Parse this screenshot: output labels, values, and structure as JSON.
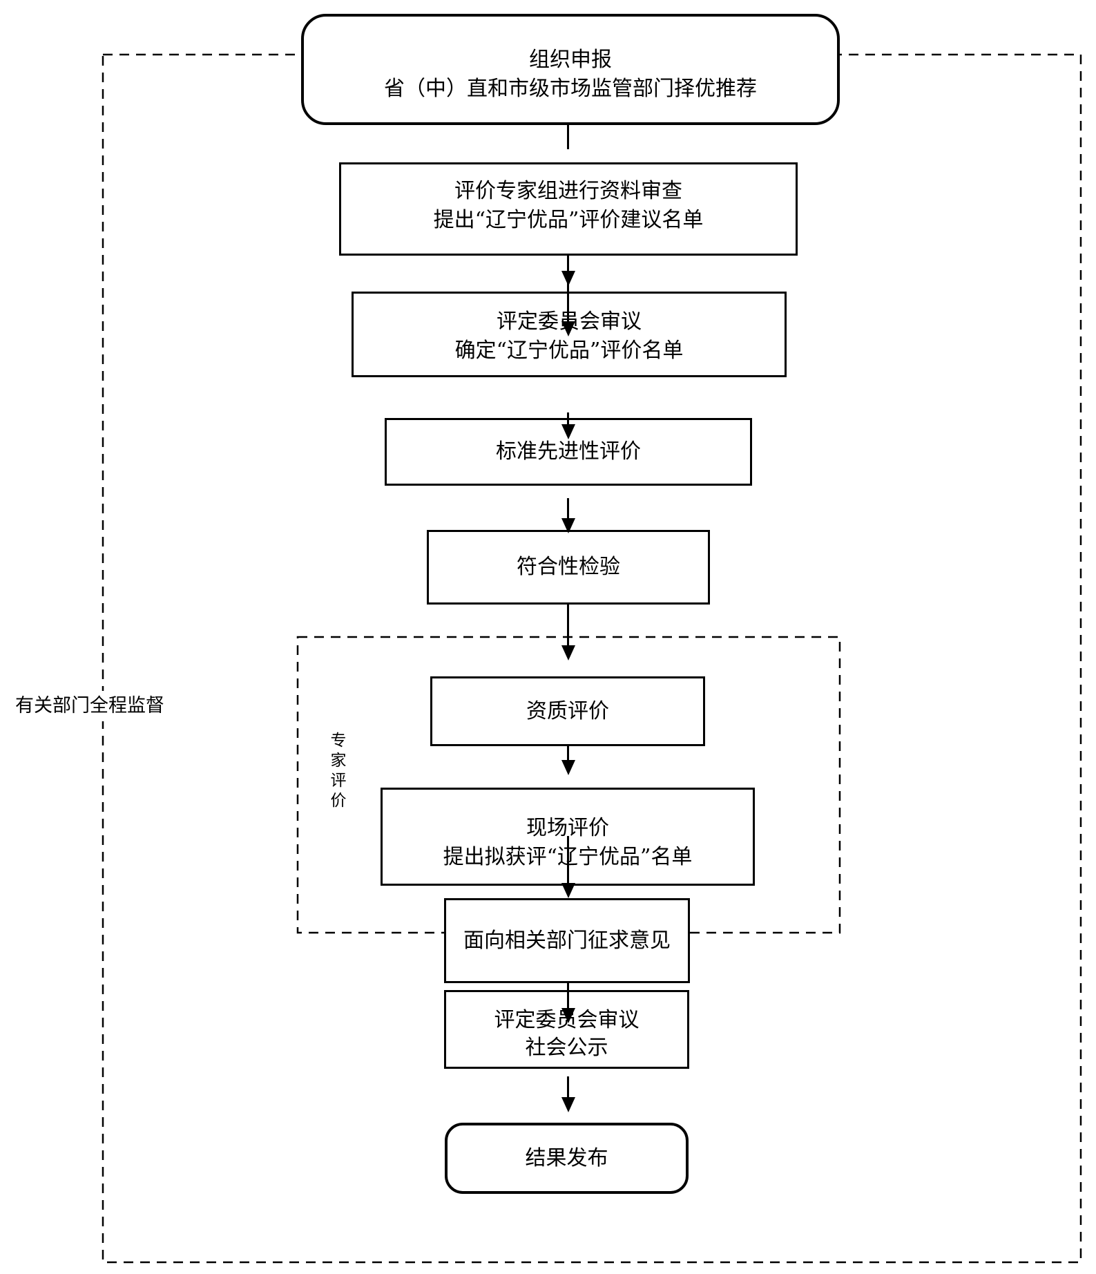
{
  "flow": {
    "outer_label": "有关部门全程监督",
    "expert_group_label": "专家评价",
    "nodes": [
      {
        "id": "start",
        "shape": "rounded",
        "lines": [
          "组织申报",
          "省（中）直和市级市场监管部门择优推荐"
        ]
      },
      {
        "id": "material-review",
        "shape": "rect",
        "lines": [
          "评价专家组进行资料审查",
          "提出“辽宁优品”评价建议名单"
        ]
      },
      {
        "id": "committee-review-1",
        "shape": "rect",
        "lines": [
          "评定委员会审议",
          "确定“辽宁优品”评价名单"
        ]
      },
      {
        "id": "standard-advancement",
        "shape": "rect",
        "lines": [
          "标准先进性评价"
        ]
      },
      {
        "id": "conformity-inspection",
        "shape": "rect",
        "lines": [
          "符合性检验"
        ]
      },
      {
        "id": "qualification-evaluation",
        "shape": "rect",
        "lines": [
          "资质评价"
        ]
      },
      {
        "id": "onsite-evaluation",
        "shape": "rect",
        "lines": [
          "现场评价",
          "提出拟获评“辽宁优品”名单"
        ]
      },
      {
        "id": "consult-departments",
        "shape": "rect",
        "lines": [
          "面向相关部门征求意见"
        ]
      },
      {
        "id": "committee-review-2",
        "shape": "rect",
        "lines": [
          "评定委员会审议",
          "社会公示"
        ]
      },
      {
        "id": "publish-results",
        "shape": "rounded",
        "lines": [
          "结果发布"
        ]
      }
    ],
    "line_color": "#000000",
    "background_color": "#ffffff"
  }
}
